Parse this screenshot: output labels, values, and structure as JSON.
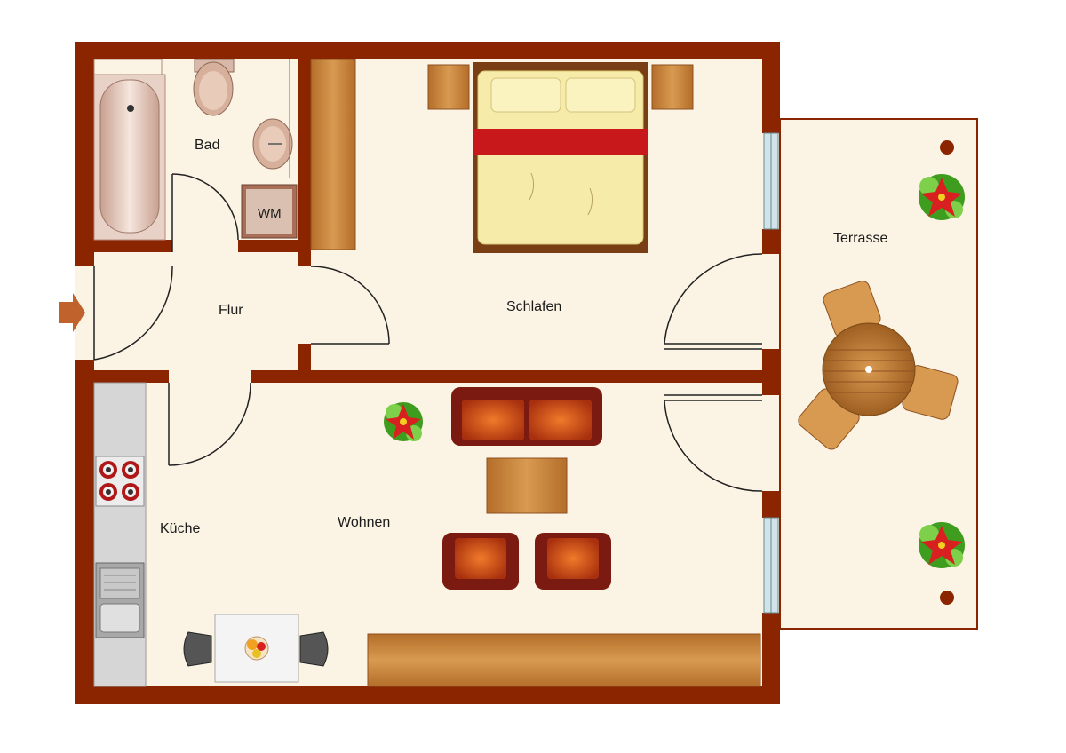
{
  "rooms": {
    "bad": "Bad",
    "flur": "Flur",
    "schlafen": "Schlafen",
    "terrasse": "Terrasse",
    "kueche": "Küche",
    "wohnen": "Wohnen"
  },
  "fixtures": {
    "washing_machine": "WM"
  },
  "colors": {
    "wall": "#8B2500",
    "floor": "#FBF3E3",
    "terrace_floor": "#FBF3E3",
    "wood": "#C8863E",
    "wood_dark": "#9E5F22",
    "bed_linen": "#F6EBA9",
    "bed_band": "#C8181C",
    "sofa": "#7A1A10",
    "sofa_seat": "#D9541A",
    "counter": "#D6D6D6",
    "glass": "#CFE3E8",
    "entry_arrow": "#C0622C"
  }
}
